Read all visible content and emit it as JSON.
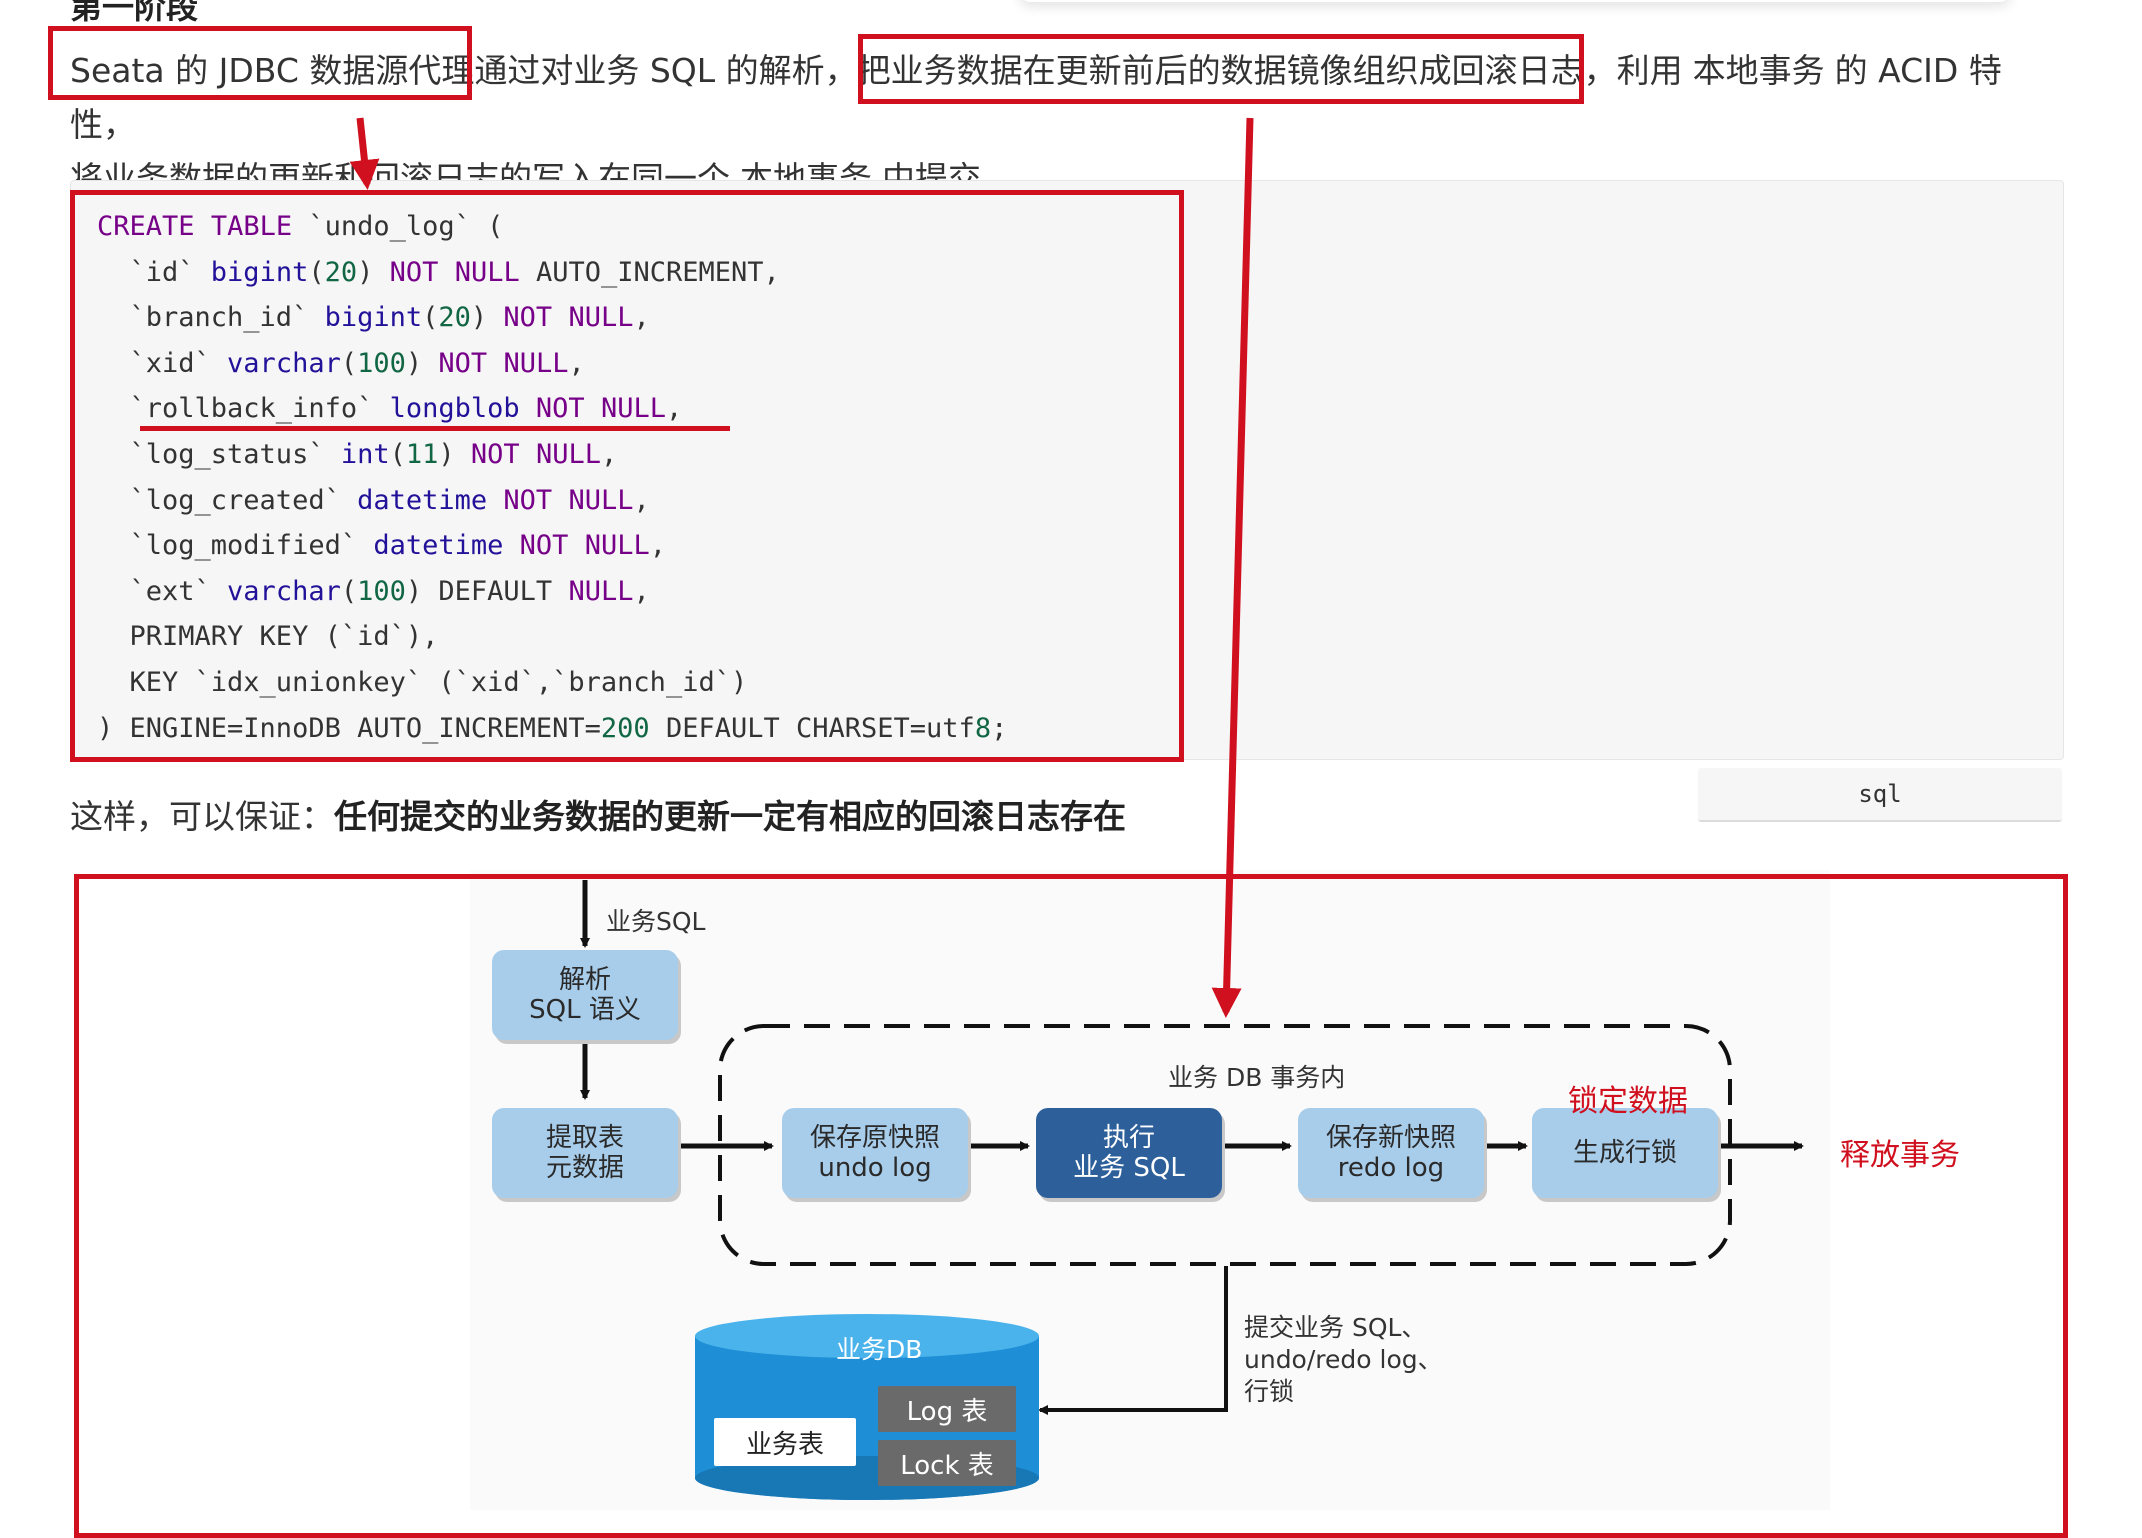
{
  "heading_partial": "第一阶段",
  "paragraph": {
    "part1": "Seata 的 JDBC 数据源代理",
    "part2": "通过对业务 SQL 的解析，把",
    "part3": "业务数据在更新前后的数据镜像组织成回滚日志",
    "part4": "，利用",
    "part5": "本地事务",
    "part6": "的 ACID 特性，",
    "part7": "将业务数据的更新和回滚日志的写入在同一个",
    "part8": "本地事务",
    "part9": "中提交。"
  },
  "code": {
    "language": "sql",
    "lines": [
      "CREATE TABLE `undo_log` (",
      "  `id` bigint(20) NOT NULL AUTO_INCREMENT,",
      "  `branch_id` bigint(20) NOT NULL,",
      "  `xid` varchar(100) NOT NULL,",
      "  `rollback_info` longblob NOT NULL,",
      "  `log_status` int(11) NOT NULL,",
      "  `log_created` datetime NOT NULL,",
      "  `log_modified` datetime NOT NULL,",
      "  `ext` varchar(100) DEFAULT NULL,",
      "  PRIMARY KEY (`id`),",
      "  KEY `idx_unionkey` (`xid`,`branch_id`)",
      ") ENGINE=InnoDB AUTO_INCREMENT=200 DEFAULT CHARSET=utf8;"
    ]
  },
  "conclusion": {
    "prefix": "这样，可以保证：",
    "bold": "任何提交的业务数据的更新一定有相应的回滚日志存在"
  },
  "diagram": {
    "input_label": "业务SQL",
    "parse_box": "解析\nSQL 语义",
    "extract_box": "提取表\n元数据",
    "transaction_label": "业务 DB 事务内",
    "lock_data_label": "锁定数据",
    "undo_box": "保存原快照\nundo log",
    "exec_box": "执行\n业务 SQL",
    "redo_box": "保存新快照\nredo log",
    "lock_box": "生成行锁",
    "release_label": "释放事务",
    "commit_label_line1": "提交业务 SQL、",
    "commit_label_line2": "undo/redo log、",
    "commit_label_line3": "行锁",
    "db_title": "业务DB",
    "db_table_business": "业务表",
    "db_table_log": "Log 表",
    "db_table_lock": "Lock 表"
  },
  "colors": {
    "annotation_red": "#d0101e",
    "box_light_blue": "#a8cdeb",
    "box_dark_blue": "#2d5f9a",
    "db_blue": "#1e8fd6",
    "sql_keyword": "#770088",
    "sql_type": "#221199",
    "sql_number": "#116644"
  }
}
